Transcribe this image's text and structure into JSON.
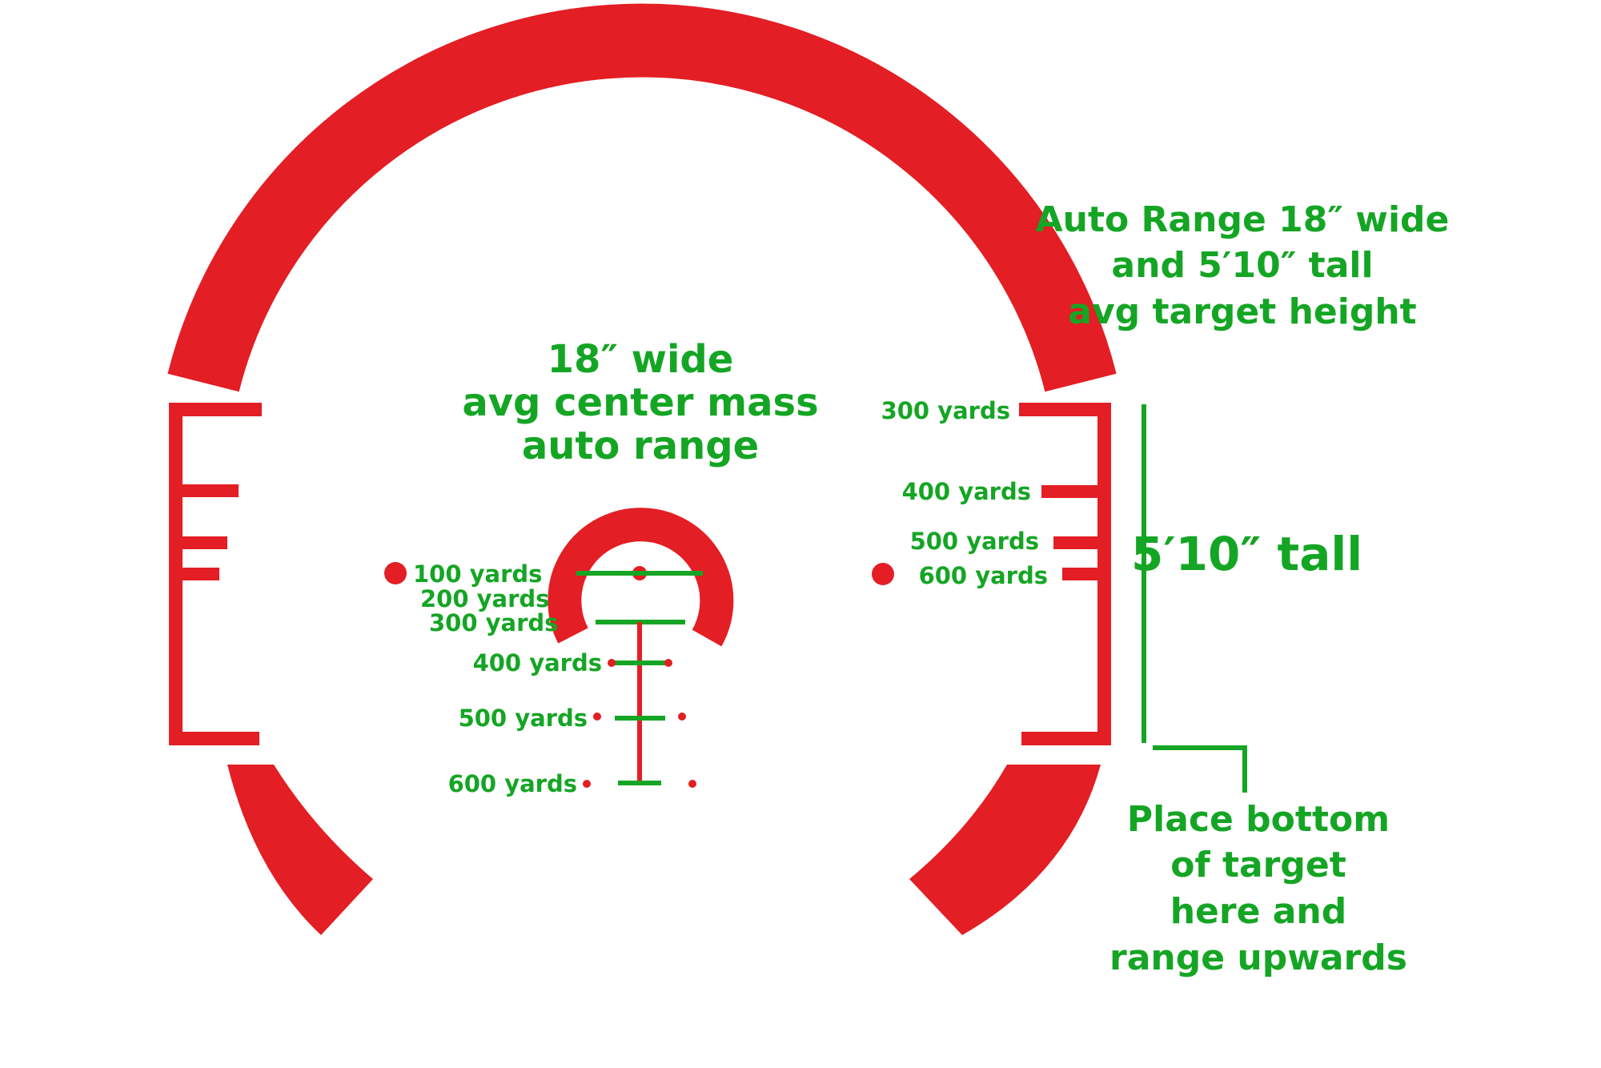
{
  "colors": {
    "reticle": "#e31e24",
    "annotation": "#15a524",
    "background": "#ffffff"
  },
  "center_label": {
    "line1": "18″ wide",
    "line2": "avg center mass",
    "line3": "auto range"
  },
  "top_right_label": {
    "line1": "Auto Range 18″ wide",
    "line2": "and 5′10″ tall",
    "line3": "avg target height"
  },
  "height_label": "5′10″ tall",
  "bottom_right_label": {
    "line1": "Place bottom",
    "line2": "of target",
    "line3": "here and",
    "line4": "range upwards"
  },
  "center_ranges": [
    "100 yards",
    "200 yards",
    "300 yards",
    "400 yards",
    "500 yards",
    "600 yards"
  ],
  "right_ranges": [
    "300 yards",
    "400 yards",
    "500 yards",
    "600 yards"
  ]
}
